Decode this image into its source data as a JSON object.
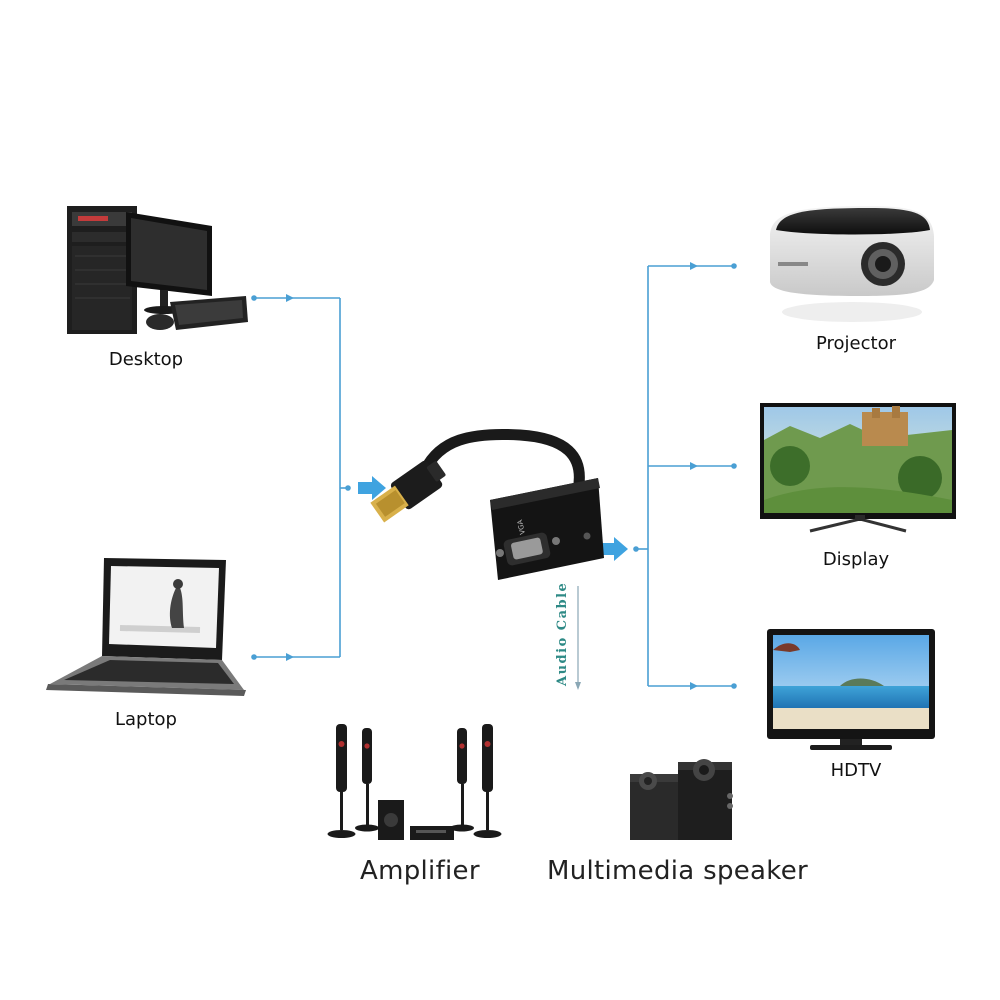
{
  "inputs": {
    "desktop_label": "Desktop",
    "laptop_label": "Laptop"
  },
  "outputs": {
    "projector_label": "Projector",
    "display_label": "Display",
    "hdtv_label": "HDTV"
  },
  "audio": {
    "cable_label": "Audio Cable",
    "amplifier_label": "Amplifier",
    "speaker_label": "Multimedia speaker"
  },
  "adapter": {
    "port_label": "VGA"
  },
  "colors": {
    "line": "#4a9fd4",
    "arrow": "#3fa3e0",
    "audio_text": "#2e8a86"
  }
}
